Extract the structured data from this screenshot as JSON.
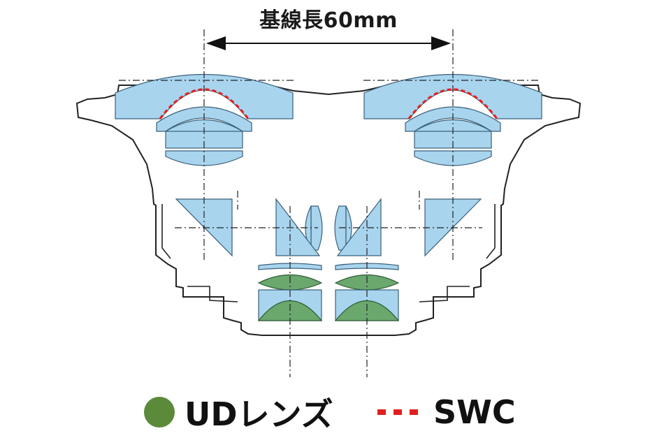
{
  "title": "基線長60mm",
  "legend": {
    "ud_label": "UDレンズ",
    "swc_label": "SWC"
  },
  "colors": {
    "lens_fill": "#a8d4ee",
    "ud_fill": "#6aa86e",
    "ud_legend": "#5a8a3a",
    "swc": "#e02020",
    "outline": "#222222"
  }
}
